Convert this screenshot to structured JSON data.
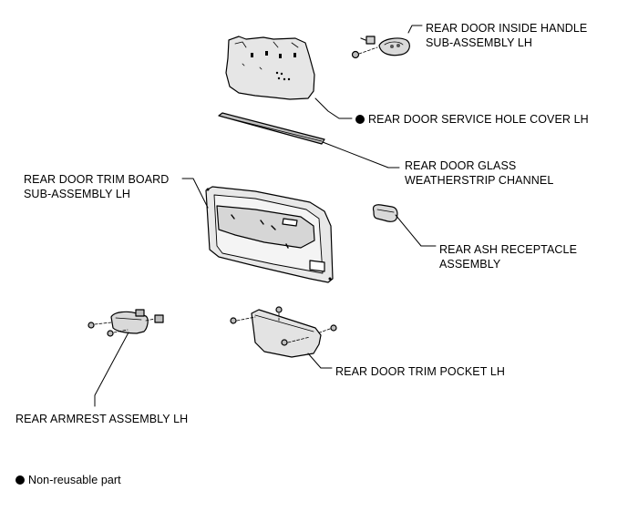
{
  "labels": {
    "inside_handle": [
      "REAR DOOR INSIDE HANDLE",
      "SUB-ASSEMBLY LH"
    ],
    "service_hole_cover": "REAR DOOR SERVICE HOLE COVER LH",
    "weatherstrip": [
      "REAR DOOR GLASS",
      "WEATHERSTRIP CHANNEL"
    ],
    "trim_board": [
      "REAR DOOR TRIM BOARD",
      "SUB-ASSEMBLY LH"
    ],
    "ash_receptacle": [
      "REAR ASH RECEPTACLE",
      "ASSEMBLY"
    ],
    "trim_pocket": "REAR DOOR TRIM POCKET LH",
    "armrest": "REAR ARMREST ASSEMBLY LH"
  },
  "legend": {
    "text": "Non-reusable part"
  }
}
